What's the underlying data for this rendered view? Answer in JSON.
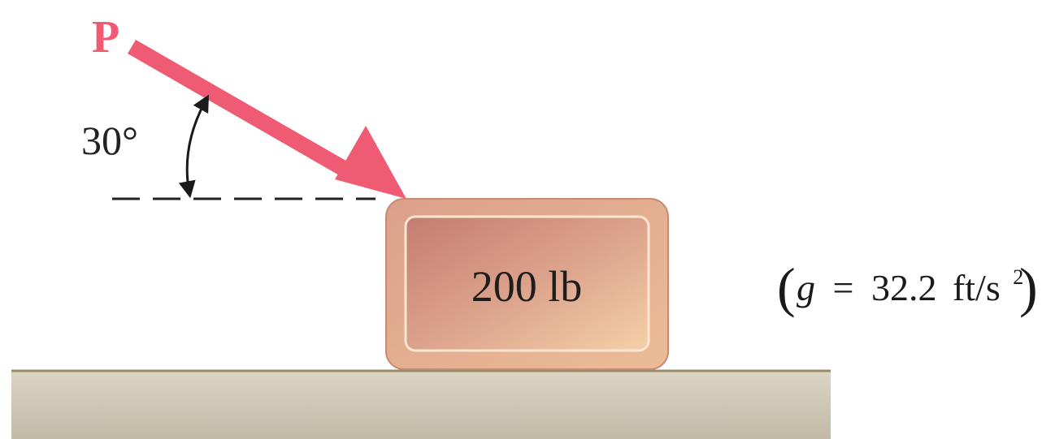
{
  "force": {
    "label": "P",
    "angle_label": "30°",
    "angle_deg": 30
  },
  "block": {
    "label": "200 lb"
  },
  "gravity": {
    "symbol": "g",
    "equals": "=",
    "value": "32.2",
    "unit_base": "ft/s",
    "unit_exp": "2"
  },
  "colors": {
    "force_arrow": "#ef5b72",
    "block_outer": "#e2a487",
    "block_inner_dark": "#c98374",
    "block_inner_light": "#f3cba6",
    "ground_top": "#d9d2c2",
    "ground_bottom": "#c4bba8",
    "ground_edge": "#9a8a6a"
  }
}
